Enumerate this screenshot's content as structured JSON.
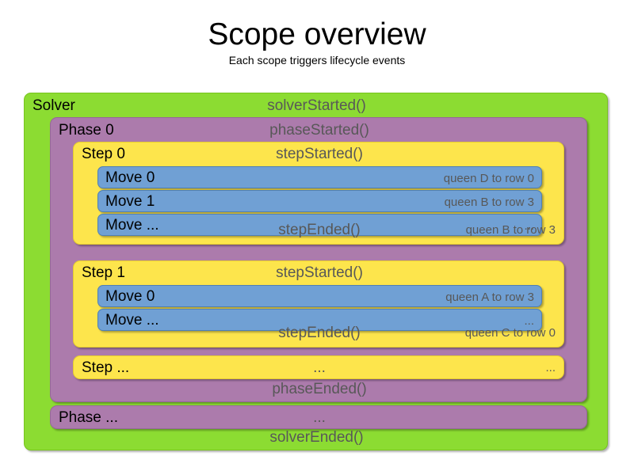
{
  "heading": {
    "title": "Scope overview",
    "subtitle": "Each scope triggers lifecycle events"
  },
  "colors": {
    "solver": "#8CDC32",
    "phase": "#AC7BAC",
    "step": "#FDE54C",
    "move": "#70A0D4",
    "event_text": "#585858",
    "label_text": "#000000",
    "background": "#ffffff"
  },
  "solver": {
    "label": "Solver",
    "started_event": "solverStarted()",
    "ended_event": "solverEnded()",
    "phases": [
      {
        "label": "Phase 0",
        "started_event": "phaseStarted()",
        "ended_event": "phaseEnded()",
        "steps": [
          {
            "label": "Step 0",
            "started_event": "stepStarted()",
            "ended_event": "stepEnded()",
            "ended_result": "queen B to row 3",
            "moves": [
              {
                "label": "Move 0",
                "result": "queen D to row 0"
              },
              {
                "label": "Move 1",
                "result": "queen B to row 3"
              },
              {
                "label": "Move ...",
                "result": "..."
              }
            ]
          },
          {
            "label": "Step 1",
            "started_event": "stepStarted()",
            "ended_event": "stepEnded()",
            "ended_result": "queen C to row 0",
            "moves": [
              {
                "label": "Move 0",
                "result": "queen A to row 3"
              },
              {
                "label": "Move ...",
                "result": "..."
              }
            ]
          },
          {
            "label": "Step ...",
            "started_event": "...",
            "ended_result": "..."
          }
        ]
      },
      {
        "label": "Phase ...",
        "started_event": "..."
      }
    ]
  }
}
